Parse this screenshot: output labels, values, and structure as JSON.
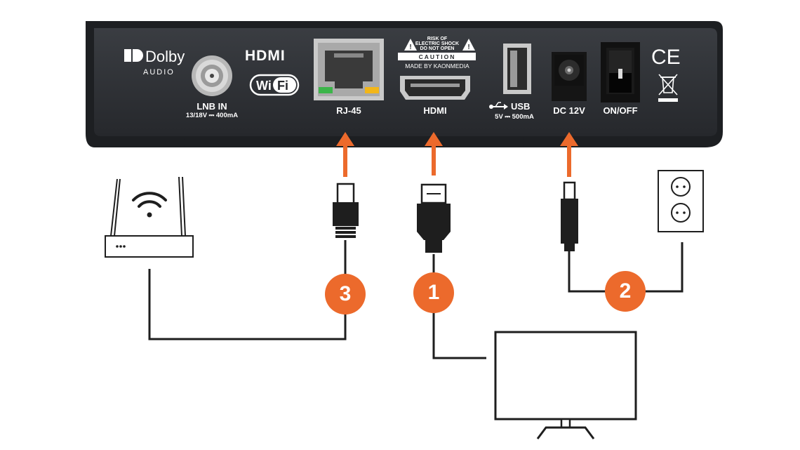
{
  "colors": {
    "accent": "#ec6a2c",
    "device": "#26282c",
    "line": "#1e1e1e"
  },
  "brand": {
    "dolby_name": "Dolby",
    "dolby_sub": "AUDIO",
    "hdmi_logo": "HDMI",
    "wifi_logo_a": "Wi",
    "wifi_logo_b": "Fi"
  },
  "ports": {
    "lnb_label": "LNB IN",
    "lnb_spec": "13/18V ⎓ 400mA",
    "rj45_label": "RJ-45",
    "hdmi_label": "HDMI",
    "usb_label": "USB",
    "usb_spec": "5V ⎓ 500mA",
    "dc_label": "DC 12V",
    "power_label": "ON/OFF"
  },
  "warning": {
    "line1": "RISK OF",
    "line2": "ELECTRIC SHOCK",
    "line3": "DO NOT OPEN",
    "caution": "CAUTION",
    "maker": "MADE BY KAONMEDIA"
  },
  "marks": {
    "ce": "CE"
  },
  "steps": [
    {
      "number": "1",
      "target": "HDMI to TV"
    },
    {
      "number": "2",
      "target": "DC 12V to wall outlet"
    },
    {
      "number": "3",
      "target": "RJ-45 to router"
    }
  ],
  "icons": [
    "wifi-icon",
    "router-icon",
    "wall-outlet-icon",
    "tv-icon",
    "ethernet-plug-icon",
    "hdmi-plug-icon",
    "dc-plug-icon",
    "usb-icon",
    "weee-bin-icon"
  ]
}
